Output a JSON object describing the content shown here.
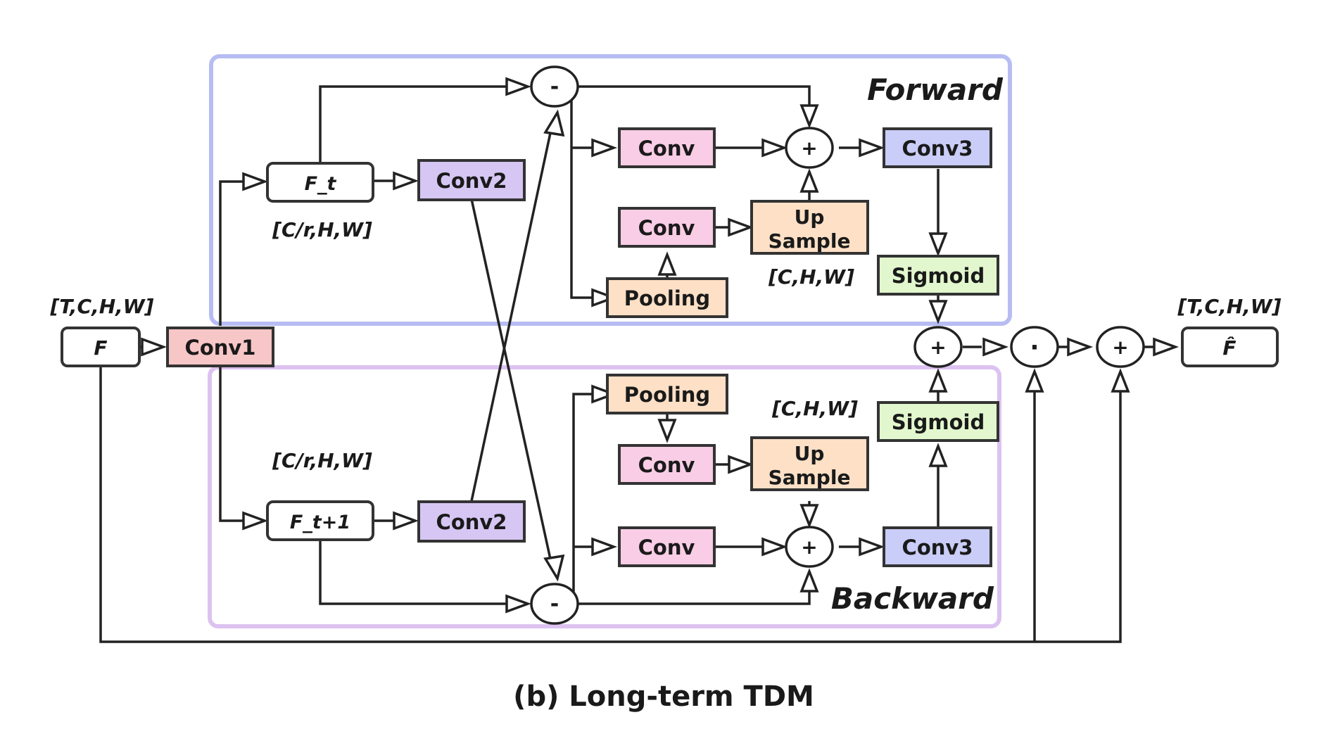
{
  "caption": "(b) Long-term TDM",
  "groups": {
    "forward": {
      "label": "Forward",
      "border": "#b7bdf2"
    },
    "backward": {
      "label": "Backward",
      "border": "#dcc2f0"
    }
  },
  "nodes": {
    "input_f": "F",
    "conv1": "Conv1",
    "f_t": "F_t",
    "f_t1": "F_t+1",
    "conv2_top": "Conv2",
    "conv2_bot": "Conv2",
    "conv_fwd_top": "Conv",
    "conv_fwd_mid": "Conv",
    "pool_fwd": "Pooling",
    "up_fwd_l1": "Up",
    "up_fwd_l2": "Sample",
    "conv3_fwd": "Conv3",
    "sig_fwd": "Sigmoid",
    "pool_bwd": "Pooling",
    "conv_bwd_mid": "Conv",
    "up_bwd_l1": "Up",
    "up_bwd_l2": "Sample",
    "conv_bwd_bot": "Conv",
    "conv3_bwd": "Conv3",
    "sig_bwd": "Sigmoid",
    "output_f": "F̂"
  },
  "operators": {
    "minus_top": "-",
    "minus_bot": "-",
    "plus_fwd": "+",
    "plus_bwd": "+",
    "plus_merge": "+",
    "dot": "·",
    "plus_final": "+"
  },
  "dims": {
    "input": "[T,C,H,W]",
    "output": "[T,C,H,W]",
    "f_t": "[C/r,H,W]",
    "f_t1": "[C/r,H,W]",
    "up_fwd": "[C,H,W]",
    "up_bwd": "[C,H,W]"
  },
  "colors": {
    "conv1": "#f7c6c7",
    "conv2": "#d6c6f3",
    "conv": "#f9cde5",
    "pooling": "#fde0c6",
    "upsample": "#fde0c6",
    "conv3": "#c9cdf7",
    "sigmoid": "#e2f7cd",
    "io": "#ffffff"
  }
}
